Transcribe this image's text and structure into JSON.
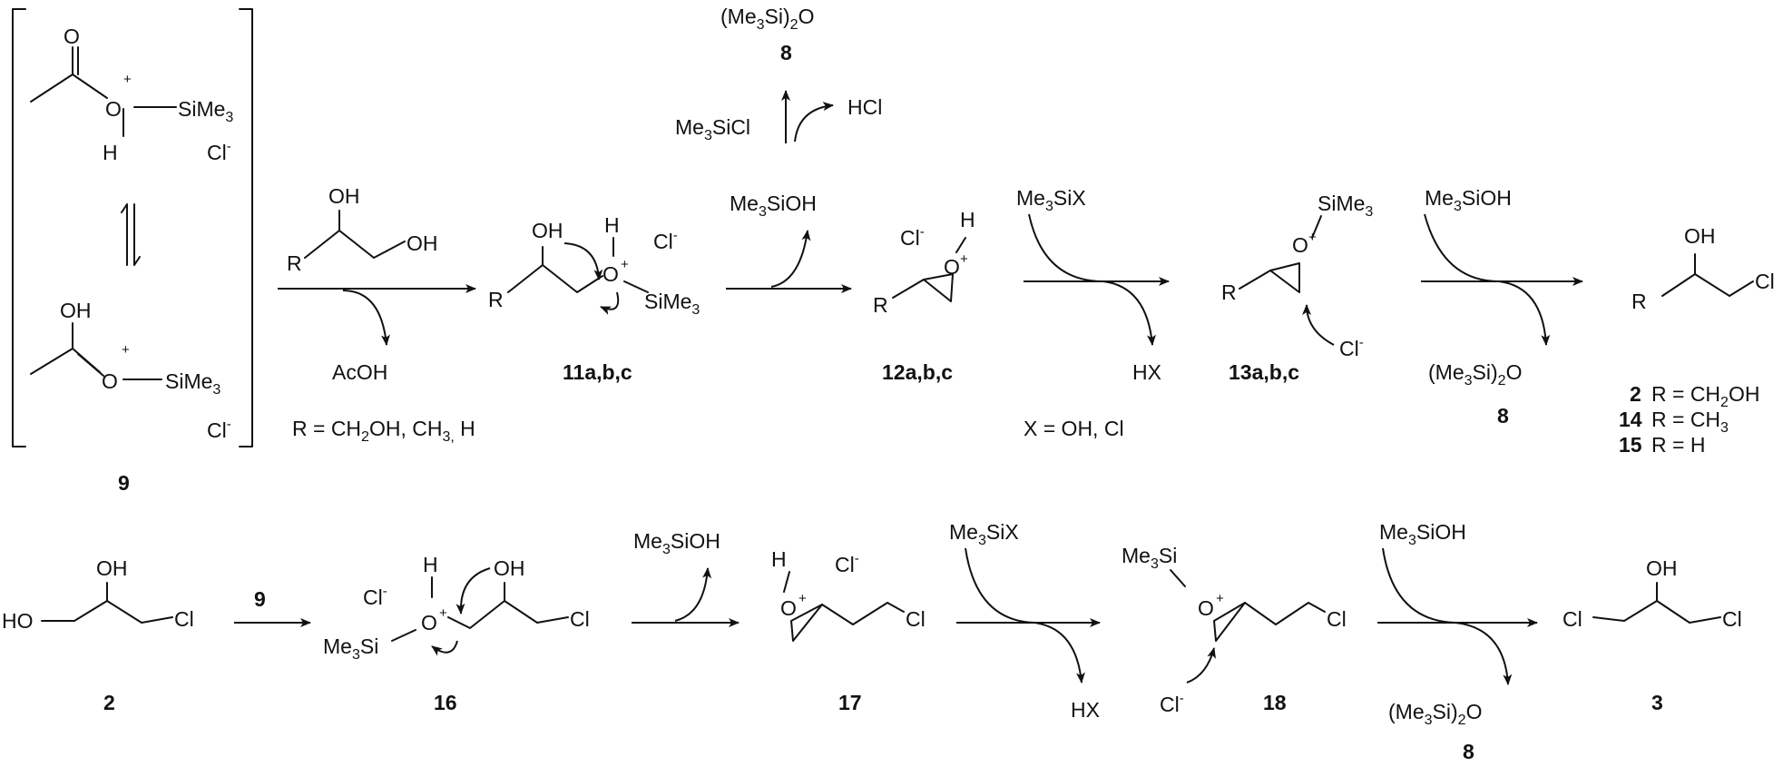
{
  "compounds": {
    "c9": "9",
    "c11": "11a,b,c",
    "c12": "12a,b,c",
    "c13": "13a,b,c",
    "c2": "2",
    "c14": "14",
    "c15": "15",
    "c16": "16",
    "c17": "17",
    "c18": "18",
    "c3": "3",
    "c8": "8"
  },
  "atoms": {
    "O": "O",
    "OH": "OH",
    "H": "H",
    "R": "R",
    "Cl": "Cl",
    "HO": "HO",
    "plus": "+",
    "minus": "-",
    "Si": "Si",
    "Me": "Me",
    "three": "3",
    "two": "2"
  },
  "reagents": {
    "acoh": "AcOH",
    "hcl": "HCl",
    "hx": "HX",
    "r_options": "R = CH2OH, CH3, H",
    "x_options": "X = OH, Cl"
  },
  "legend": {
    "eq": "R = ",
    "r2": "CH2OH",
    "r14": "CH3",
    "r15": "H"
  },
  "colors": {
    "ink": "#111111",
    "background": "#ffffff"
  }
}
